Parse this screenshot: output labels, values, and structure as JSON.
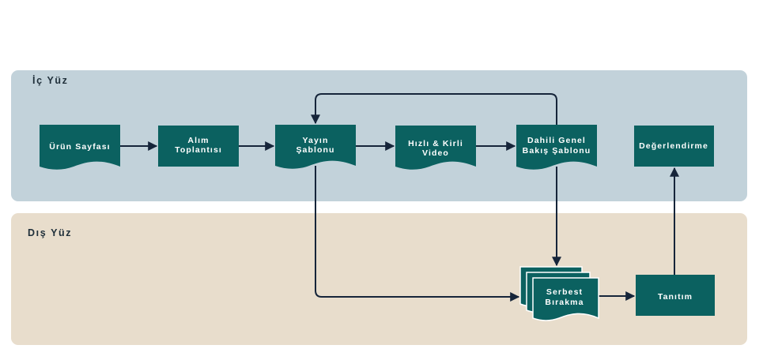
{
  "lanes": {
    "inner": {
      "label": "İç Yüz",
      "color": "#c2d2da"
    },
    "outer": {
      "label": "Dış Yüz",
      "color": "#e8ddcc"
    }
  },
  "colors": {
    "node_fill": "#0b6160",
    "node_text": "#ffffff",
    "edge": "#16253a"
  },
  "nodes": {
    "product_page": {
      "line1": "Ürün Sayfası",
      "shape": "document"
    },
    "procurement_meeting": {
      "line1": "Alım",
      "line2": "Toplantısı",
      "shape": "process"
    },
    "publishing_template": {
      "line1": "Yayın",
      "line2": "Şablonu",
      "shape": "document"
    },
    "quick_dirty_video": {
      "line1": "Hızlı & Kirli",
      "line2": "Video",
      "shape": "document"
    },
    "internal_overview_template": {
      "line1": "Dahili Genel",
      "line2": "Bakış Şablonu",
      "shape": "document"
    },
    "evaluation": {
      "line1": "Değerlendirme",
      "shape": "process"
    },
    "free_release": {
      "line1": "Serbest",
      "line2": "Bırakma",
      "shape": "multi-document"
    },
    "promotion": {
      "line1": "Tanıtım",
      "shape": "process"
    }
  }
}
